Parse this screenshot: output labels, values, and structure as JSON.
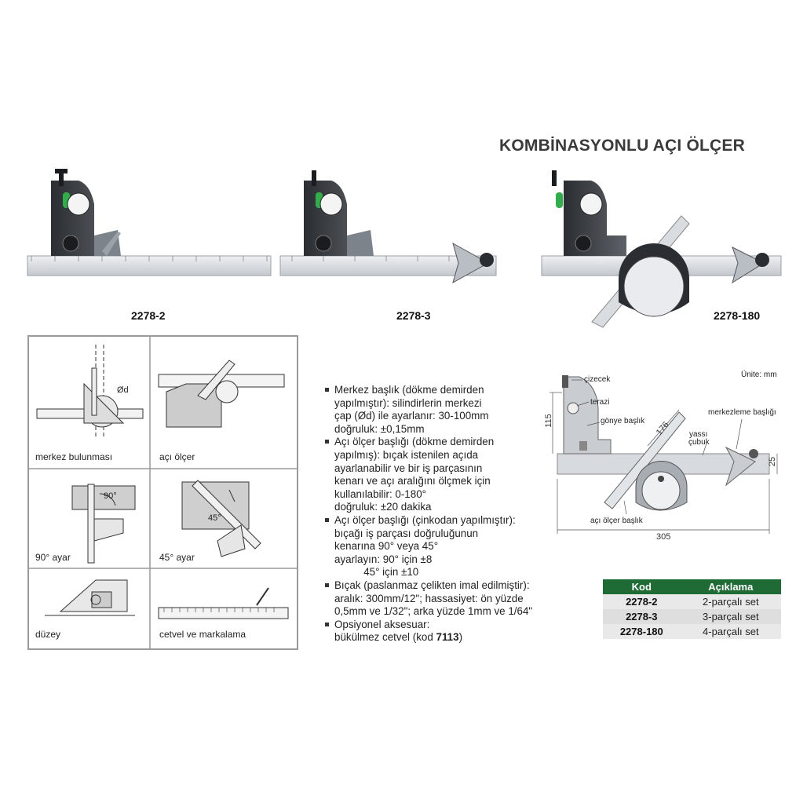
{
  "title": "KOMBİNASYONLU AÇI ÖLÇER",
  "products": [
    {
      "code": "2278-2"
    },
    {
      "code": "2278-3"
    },
    {
      "code": "2278-180"
    }
  ],
  "usage": [
    {
      "label": "merkez bulunması"
    },
    {
      "label": "açı ölçer"
    },
    {
      "label": "90° ayar"
    },
    {
      "label": "45° ayar"
    },
    {
      "label": "düzey"
    },
    {
      "label": "cetvel ve markalama"
    }
  ],
  "usage_marks": {
    "diameter": "Ød",
    "angle90": "90°",
    "angle45": "45°"
  },
  "bullets": [
    {
      "lines": [
        "Merkez başlık (dökme demirden",
        "yapılmıştır): silindirlerin merkezi",
        "çap (Ød) ile ayarlanır: 30-100mm",
        "doğruluk: ±0,15mm"
      ]
    },
    {
      "lines": [
        "Açı ölçer başlığı (dökme demirden",
        "yapılmış): bıçak istenilen açıda",
        "ayarlanabilir ve bir iş parçasının",
        "kenarı ve açı aralığını ölçmek için",
        "kullanılabilir: 0-180°",
        "doğruluk: ±20 dakika"
      ]
    },
    {
      "lines": [
        "Açı ölçer başlığı (çinkodan yapılmıştır):",
        "bıçağı iş parçası doğruluğunun",
        "kenarına 90° veya 45°",
        "ayarlayın: 90° için ±8",
        "          45° için ±10"
      ]
    },
    {
      "lines": [
        "Bıçak (paslanmaz çelikten imal edilmiştir):",
        "aralık: 300mm/12\"; hassasiyet: ön yüzde",
        "0,5mm ve 1/32\"; arka yüzde 1mm ve 1/64\""
      ]
    },
    {
      "lines": [
        "Opsiyonel aksesuar:"
      ],
      "last_prefix": "bükülmez cetvel (kod ",
      "last_bold": "7113",
      "last_suffix": ")"
    }
  ],
  "diagram": {
    "unit": "Ünite: mm",
    "labels": {
      "scriber": "çizecek",
      "level": "terazi",
      "square_head": "gönye başlık",
      "blade": "yassı\nçubuk",
      "blade_l1": "yassı",
      "blade_l2": "çubuk",
      "center_head": "merkezleme başlığı",
      "protractor_head": "açı ölçer başlık"
    },
    "dims": {
      "height": "115",
      "diag": "176",
      "width": "25",
      "length": "305"
    }
  },
  "table": {
    "headers": [
      "Kod",
      "Açıklama"
    ],
    "rows": [
      {
        "code": "2278-2",
        "desc": "2-parçalı set"
      },
      {
        "code": "2278-3",
        "desc": "3-parçalı set"
      },
      {
        "code": "2278-180",
        "desc": "4-parçalı set"
      }
    ]
  },
  "colors": {
    "header_green": "#1e6b36",
    "accent_green": "#2fae4a",
    "ruler": "#d7dbe0",
    "frame_grey": "#9a9a9a"
  }
}
